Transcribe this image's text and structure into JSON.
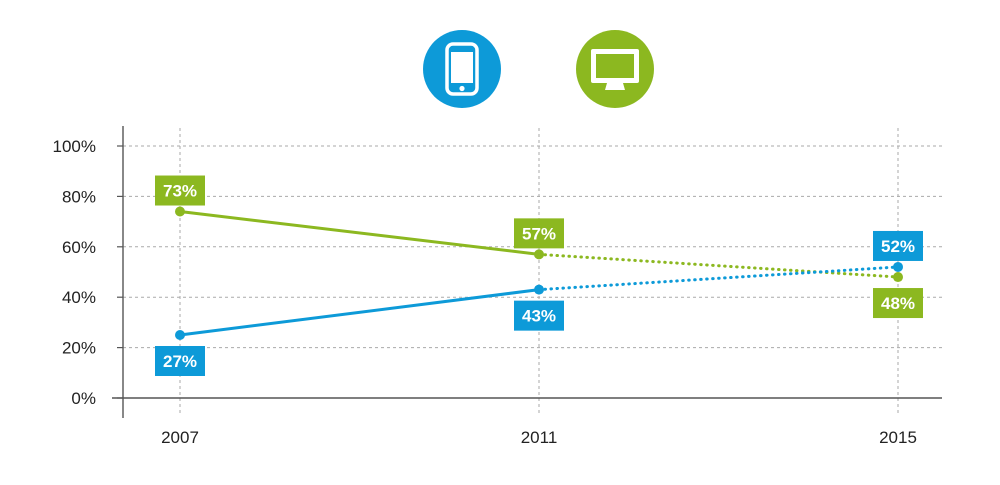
{
  "chart_data": {
    "type": "line",
    "x": [
      "2007",
      "2011",
      "2015"
    ],
    "ylim": [
      0,
      100
    ],
    "y_ticks": [
      "0%",
      "20%",
      "40%",
      "60%",
      "80%",
      "100%"
    ],
    "grid": true,
    "title": "",
    "xlabel": "",
    "ylabel": "",
    "series": [
      {
        "icon": "tv-icon",
        "color": "#8cb820",
        "values": [
          74,
          57,
          48
        ],
        "labels": [
          "73%",
          "57%",
          "48%"
        ],
        "dotted_from_index": 1
      },
      {
        "icon": "smartphone-icon",
        "color": "#0d9ad8",
        "values": [
          25,
          43,
          52
        ],
        "labels": [
          "27%",
          "43%",
          "52%"
        ],
        "dotted_from_index": 1
      }
    ]
  }
}
